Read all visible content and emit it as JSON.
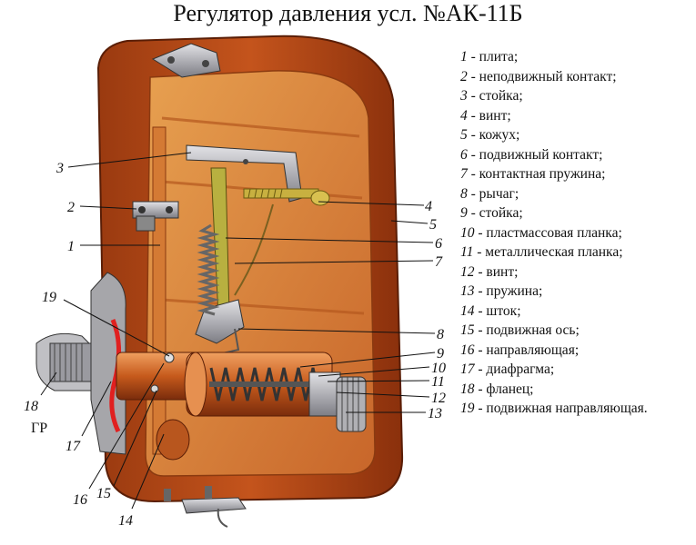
{
  "title": "Регулятор давления усл. №АК-11Б",
  "legend": [
    {
      "num": "1",
      "text": "плита;"
    },
    {
      "num": "2",
      "text": "неподвижный контакт;"
    },
    {
      "num": "3",
      "text": "стойка;"
    },
    {
      "num": "4",
      "text": "винт;"
    },
    {
      "num": "5",
      "text": "кожух;"
    },
    {
      "num": "6",
      "text": "подвижный контакт;"
    },
    {
      "num": "7",
      "text": "контактная пружина;"
    },
    {
      "num": "8",
      "text": "рычаг;"
    },
    {
      "num": "9",
      "text": "стойка;"
    },
    {
      "num": "10",
      "text": "пластмассовая планка;"
    },
    {
      "num": "11",
      "text": "металлическая планка;"
    },
    {
      "num": "12",
      "text": "винт;"
    },
    {
      "num": "13",
      "text": "пружина;"
    },
    {
      "num": "14",
      "text": "шток;"
    },
    {
      "num": "15",
      "text": "подвижная ось;"
    },
    {
      "num": "16",
      "text": "направляющая;"
    },
    {
      "num": "17",
      "text": "диафрагма;"
    },
    {
      "num": "18",
      "text": "фланец;"
    },
    {
      "num": "19",
      "text": "подвижная направляющая."
    }
  ],
  "separator": " - ",
  "callouts": {
    "c1": "1",
    "c2": "2",
    "c3": "3",
    "c4": "4",
    "c5": "5",
    "c6": "6",
    "c7": "7",
    "c8": "8",
    "c9": "9",
    "c10": "10",
    "c11": "11",
    "c12": "12",
    "c13": "13",
    "c14": "14",
    "c15": "15",
    "c16": "16",
    "c17": "17",
    "c18": "18",
    "c19": "19",
    "gr": "ГР"
  },
  "colors": {
    "housing": "#c4541c",
    "housing_dark": "#7a2c0c",
    "inner": "#d9822e",
    "metal": "#a8a8ac",
    "diaphragm": "#e02020"
  }
}
